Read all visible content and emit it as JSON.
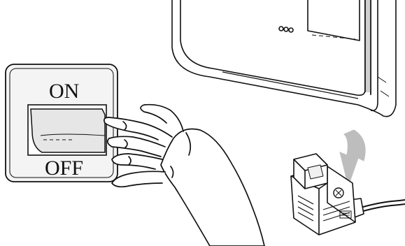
{
  "switch": {
    "on_label": "ON",
    "off_label": "OFF",
    "state": "turning off"
  },
  "colors": {
    "line": "#111111",
    "panel_fill": "#f4f4f4",
    "rocker_fill": "#e6e6e6",
    "arrow_fill": "#bdbdbd",
    "device_shade": "#cfcfcf"
  },
  "icons": [
    "power-switch-icon",
    "hand-icon",
    "curved-arrow-icon",
    "power-plug-icon",
    "wall-unit-icon"
  ]
}
